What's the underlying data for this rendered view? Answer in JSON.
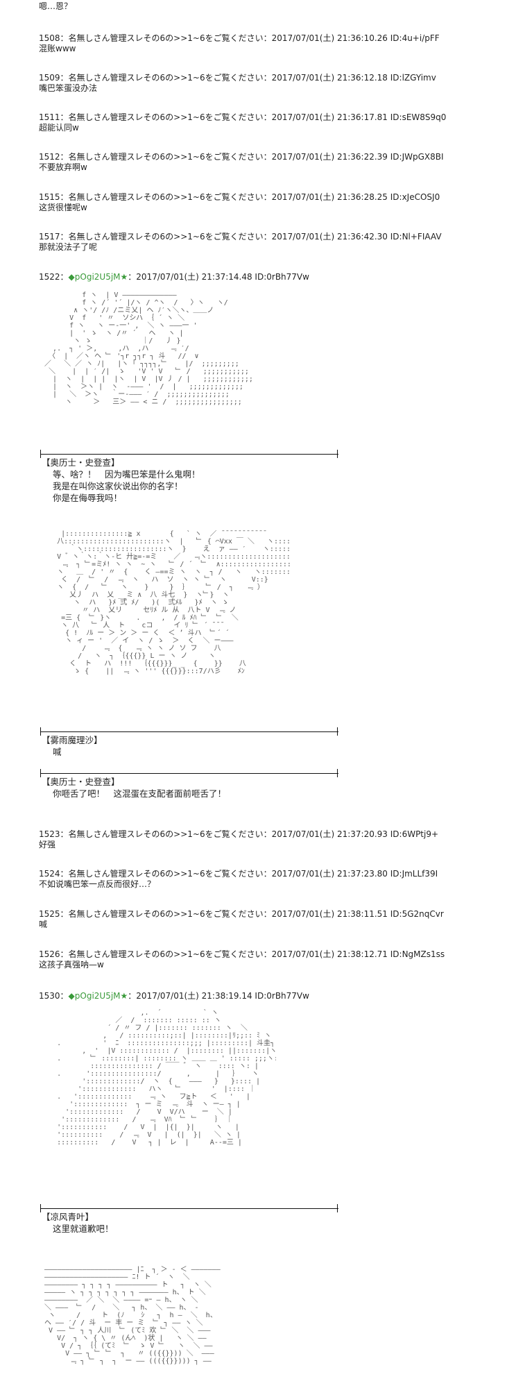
{
  "header_text": "嗯…恩？",
  "posts_a": [
    {
      "head": "1508：名無しさん管理スレその6の>>1~6をご覧ください：2017/07/01(土) 21:36:10.26 ID:4u+i/pFF",
      "body": "混账www"
    },
    {
      "head": "1509：名無しさん管理スレその6の>>1~6をご覧ください：2017/07/01(土) 21:36:12.18 ID:lZGYimv",
      "body": "嘴巴笨蛋没办法"
    },
    {
      "head": "1511：名無しさん管理スレその6の>>1~6をご覧ください：2017/07/01(土) 21:36:17.81 ID:sEW8S9q0",
      "body": "超能认同w"
    },
    {
      "head": "1512：名無しさん管理スレその6の>>1~6をご覧ください：2017/07/01(土) 21:36:22.39 ID:JWpGX8BI",
      "body": "不要放弃啊w"
    },
    {
      "head": "1515：名無しさん管理スレその6の>>1~6をご覧ください：2017/07/01(土) 21:36:28.25 ID:xJeCOSJ0",
      "body": "这货很懂呢w"
    },
    {
      "head": "1517：名無しさん管理スレその6の>>1~6をご覧ください：2017/07/01(土) 21:36:42.30 ID:Nl+FIAAV",
      "body": "那就没法子了呢"
    }
  ],
  "op_post_1": {
    "num": "1522：",
    "trip": "◆pOgi2U5jM",
    "star": "★",
    "meta": "：2017/07/01(土) 21:37:14.48 ID:0rBh77Vw"
  },
  "scene1": {
    "speaker": "【奥历士・史登查】",
    "lines": [
      "等、啥？！　因为嘴巴笨是什么鬼啊！",
      "我是在叫你这家伙说出你的名字！",
      "你是在侮辱我吗！"
    ]
  },
  "scene2": {
    "speaker": "【雾雨魔理沙】",
    "lines": [
      "喊"
    ]
  },
  "scene3": {
    "speaker": "【奥历士・史登查】",
    "lines": [
      "你咂舌了吧！　这混蛋在支配者面前咂舌了！"
    ]
  },
  "posts_b": [
    {
      "head": "1523：名無しさん管理スレその6の>>1~6をご覧ください：2017/07/01(土) 21:37:20.93 ID:6WPtj9+",
      "body": "好强"
    },
    {
      "head": "1524：名無しさん管理スレその6の>>1~6をご覧ください：2017/07/01(土) 21:37:23.80 ID:JmLLf39I",
      "body": "不如说嘴巴笨一点反而很好…？"
    },
    {
      "head": "1525：名無しさん管理スレその6の>>1~6をご覧ください：2017/07/01(土) 21:38:11.51 ID:5G2nqCvr",
      "body": "喊"
    },
    {
      "head": "1526：名無しさん管理スレその6の>>1~6をご覧ください：2017/07/01(土) 21:38:12.71 ID:NgMZs1ss",
      "body": "这孩子真强呐—w"
    }
  ],
  "op_post_2": {
    "num": "1530：",
    "trip": "◆pOgi2U5jM",
    "star": "★",
    "meta": "：2017/07/01(土) 21:38:19.14 ID:0rBh77Vw"
  },
  "scene4": {
    "speaker": "【凉风青叶】",
    "lines": [
      "这里就道歉吧！"
    ]
  }
}
